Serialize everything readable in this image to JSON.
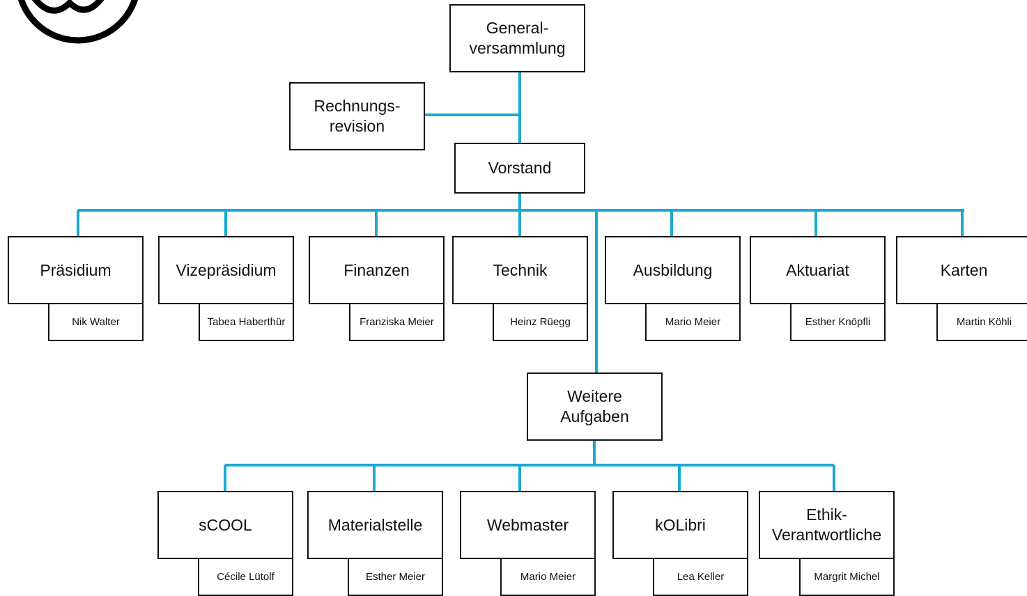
{
  "colors": {
    "connector": "#1aa9d2",
    "border": "#111111"
  },
  "logo": {
    "icon": "club-logo-icon"
  },
  "top": {
    "generalversammlung": [
      "General-",
      "versammlung"
    ],
    "rechnungsrevision": [
      "Rechnungs-",
      "revision"
    ],
    "vorstand": "Vorstand"
  },
  "departments": [
    {
      "title": "Präsidium",
      "person": "Nik Walter"
    },
    {
      "title": "Vizepräsidium",
      "person": "Tabea Haberthür"
    },
    {
      "title": "Finanzen",
      "person": "Franziska Meier"
    },
    {
      "title": "Technik",
      "person": "Heinz Rüegg"
    },
    {
      "title": "Ausbildung",
      "person": "Mario Meier"
    },
    {
      "title": "Aktuariat",
      "person": "Esther Knöpfli"
    },
    {
      "title": "Karten",
      "person": "Martin Köhli"
    }
  ],
  "weitere": [
    "Weitere",
    "Aufgaben"
  ],
  "tasks": [
    {
      "title": "sCOOL",
      "person": "Cécile Lütolf"
    },
    {
      "title": "Materialstelle",
      "person": "Esther Meier"
    },
    {
      "title": "Webmaster",
      "person": "Mario Meier"
    },
    {
      "title": "kOLibri",
      "person": "Lea Keller"
    },
    {
      "title": [
        "Ethik-",
        "Verantwortliche"
      ],
      "person": "Margrit Michel"
    }
  ]
}
